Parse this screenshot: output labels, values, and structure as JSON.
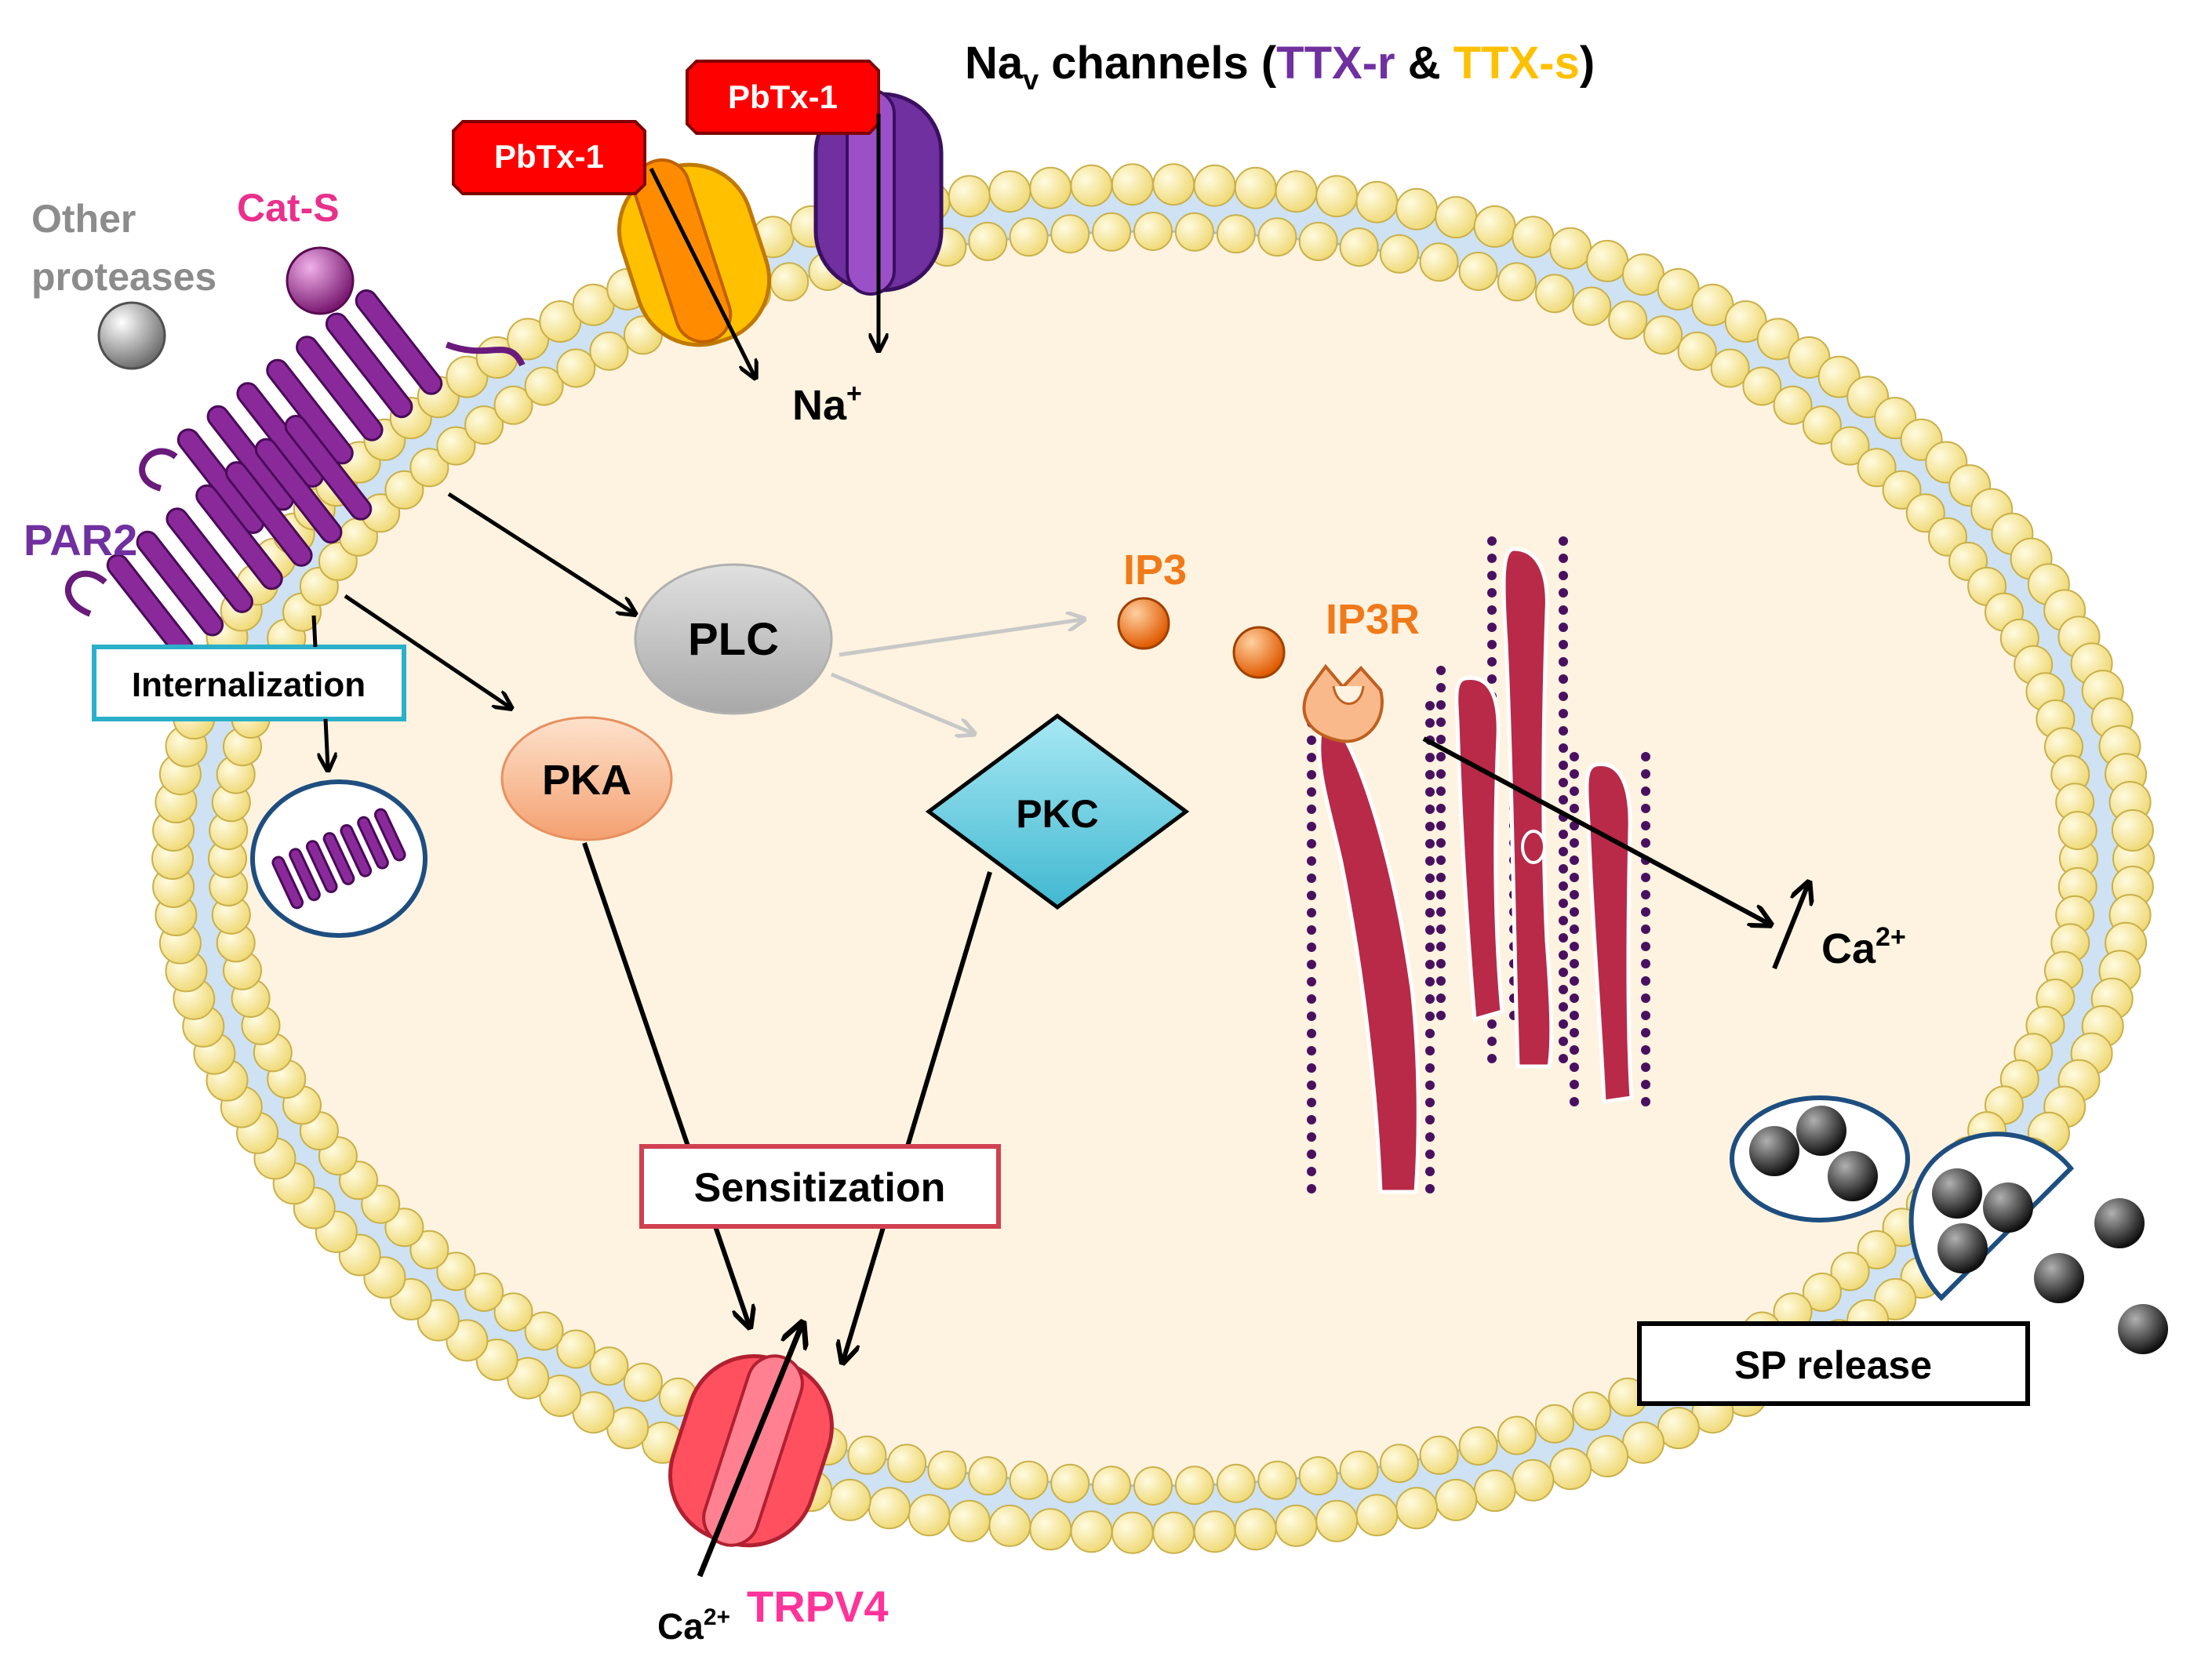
{
  "header": {
    "nav_prefix": "Na",
    "nav_sub": "v",
    "nav_mid": " channels (",
    "ttx_r": "TTX-r",
    "amp": " & ",
    "ttx_s": "TTX-s",
    "close": ")"
  },
  "labels": {
    "pbtx_1": "PbTx-1",
    "pbtx_2": "PbTx-1",
    "na_plus": "Na",
    "na_sup": "+",
    "other_proteases_1": "Other",
    "other_proteases_2": "proteases",
    "cat_s": "Cat-S",
    "par2": "PAR2",
    "internalization": "Internalization",
    "plc": "PLC",
    "pka": "PKA",
    "pkc": "PKC",
    "ip3": "IP3",
    "ip3r": "IP3R",
    "ca_er": "Ca",
    "ca_er_sup": "2+",
    "sensitization": "Sensitization",
    "trpv4": "TRPV4",
    "ca_trpv4": "Ca",
    "ca_trpv4_sup": "2+",
    "sp_release": "SP release"
  },
  "colors": {
    "ttx_r": "#7030a0",
    "ttx_s": "#ffc000",
    "cat_s": "#e8308c",
    "par2": "#7030a0",
    "ip3": "#f07a1a",
    "trpv4": "#ff3399",
    "other_proteases": "#8c8c8c",
    "cytoplasm": "#fdf3e0",
    "lipid_head": "#f8ec9e",
    "membrane_core": "#cfe2f3",
    "er": "#b82a48",
    "pkc": "#7fd6e6",
    "pka": "#f9b98a",
    "plc": "#c7c7c7",
    "pbtx_box": "#ff0000",
    "internalization_border": "#2ab0c8",
    "sensitization_border": "#d04050"
  }
}
